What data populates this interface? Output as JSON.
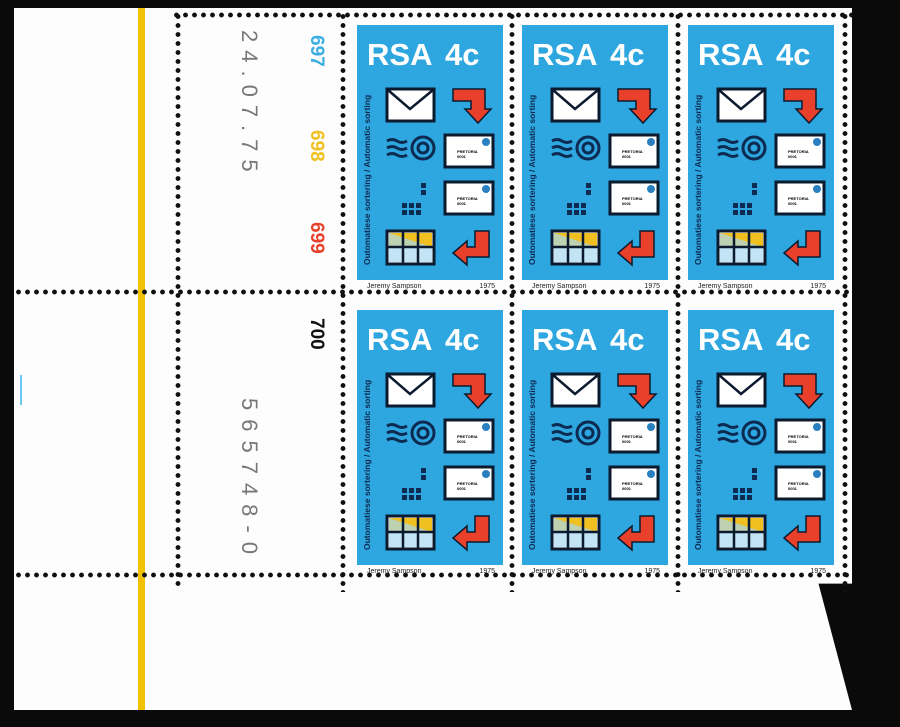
{
  "sheet": {
    "date_imprint": "24.07.75",
    "sheet_number": "565748-0",
    "cylinder_numbers": [
      {
        "value": "697",
        "color": "#3aaee0"
      },
      {
        "value": "698",
        "color": "#f0c020"
      },
      {
        "value": "699",
        "color": "#e8402a"
      },
      {
        "value": "700",
        "color": "#111111"
      }
    ]
  },
  "stamp": {
    "country": "RSA",
    "denomination": "4c",
    "title": "Outomatiese sortering / Automatic sorting",
    "designer": "Jeremy Sampson",
    "year": "1975",
    "mini_address_line1": "PRETORIA",
    "mini_address_line2": "0001",
    "colors": {
      "background": "#2ea6e0",
      "arrow": "#e8402a",
      "grid": "#f0c020",
      "ink": "#0d2a50"
    }
  },
  "stamps_count": 6
}
